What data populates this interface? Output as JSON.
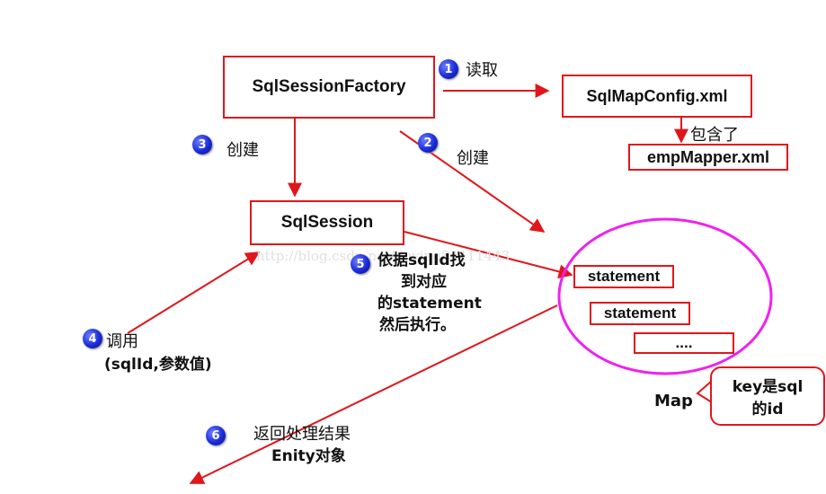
{
  "nodes": {
    "factory": "SqlSessionFactory",
    "config": "SqlMapConfig.xml",
    "mapper": "empMapper.xml",
    "session": "SqlSession",
    "stmt1": "statement",
    "stmt2": "statement",
    "stmt3": "....",
    "map": "Map",
    "callout_line1": "key是sql",
    "callout_line2": "的id"
  },
  "steps": {
    "s1": "1",
    "s2": "2",
    "s3": "3",
    "s4": "4",
    "s5": "5",
    "s6": "6"
  },
  "labels": {
    "read": "读取",
    "contains": "包含了",
    "create3": "创建",
    "create2": "创建",
    "call_line1": "调用",
    "call_line2": "(sqlId,参数值)",
    "exec_line1": "依据sqlId找",
    "exec_line2": "到对应",
    "exec_line3": "的statement",
    "exec_line4": "然后执行。",
    "return_line1": "返回处理结果",
    "return_line2": "Enity对象"
  },
  "watermark": "http://blog.csdn.net/liuying84411443",
  "colors": {
    "accent": "#e0161c",
    "ellipse": "#ee22ee",
    "step": "#1a2bd8"
  }
}
